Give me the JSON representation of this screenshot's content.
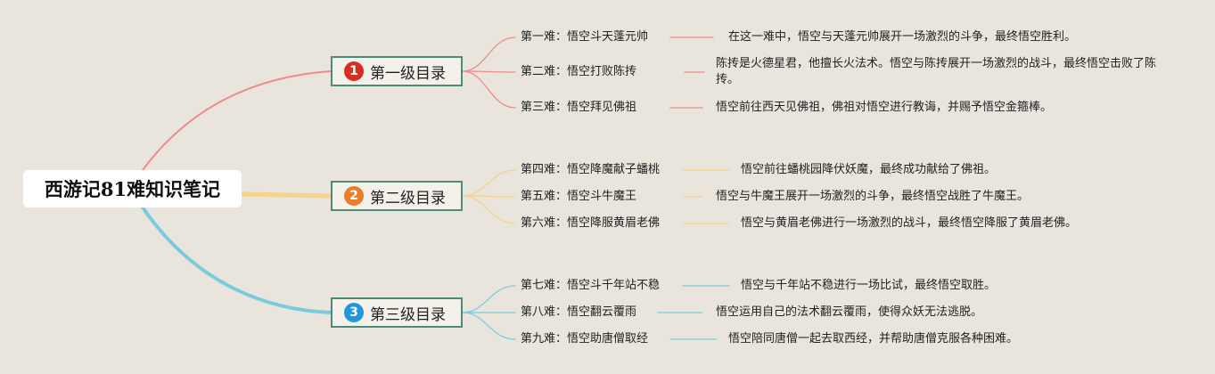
{
  "root": {
    "title": "西游记81难知识笔记"
  },
  "colors": {
    "branch_1": "#ec8c8c",
    "branch_2": "#f6d28a",
    "branch_3": "#7ccbdc",
    "badge_1": "#d72f21",
    "badge_2": "#ea7e2b",
    "badge_3": "#2196d8",
    "box_border": "#4f8a78"
  },
  "categories": [
    {
      "badge": "1",
      "label": "第一级目录",
      "items": [
        {
          "label": "第一难：悟空斗天蓬元帅",
          "desc": "在这一难中，悟空与天蓬元帅展开一场激烈的斗争，最终悟空胜利。"
        },
        {
          "label": "第二难：悟空打败陈抟",
          "desc": "陈抟是火德星君，他擅长火法术。悟空与陈抟展开一场激烈的战斗，最终悟空击败了陈抟。"
        },
        {
          "label": "第三难：悟空拜见佛祖",
          "desc": "悟空前往西天见佛祖，佛祖对悟空进行教诲，并赐予悟空金箍棒。"
        }
      ]
    },
    {
      "badge": "2",
      "label": "第二级目录",
      "items": [
        {
          "label": "第四难：悟空降魔献子蟠桃",
          "desc": "悟空前往蟠桃园降伏妖魔，最终成功献给了佛祖。"
        },
        {
          "label": "第五难：悟空斗牛魔王",
          "desc": "悟空与牛魔王展开一场激烈的斗争，最终悟空战胜了牛魔王。"
        },
        {
          "label": "第六难：悟空降服黄眉老佛",
          "desc": "悟空与黄眉老佛进行一场激烈的战斗，最终悟空降服了黄眉老佛。"
        }
      ]
    },
    {
      "badge": "3",
      "label": "第三级目录",
      "items": [
        {
          "label": "第七难：悟空斗千年站不稳",
          "desc": "悟空与千年站不稳进行一场比试，最终悟空取胜。"
        },
        {
          "label": "第八难：悟空翻云覆雨",
          "desc": "悟空运用自己的法术翻云覆雨，使得众妖无法逃脱。"
        },
        {
          "label": "第九难：悟空助唐僧取经",
          "desc": "悟空陪同唐僧一起去取西经，并帮助唐僧克服各种困难。"
        }
      ]
    }
  ]
}
